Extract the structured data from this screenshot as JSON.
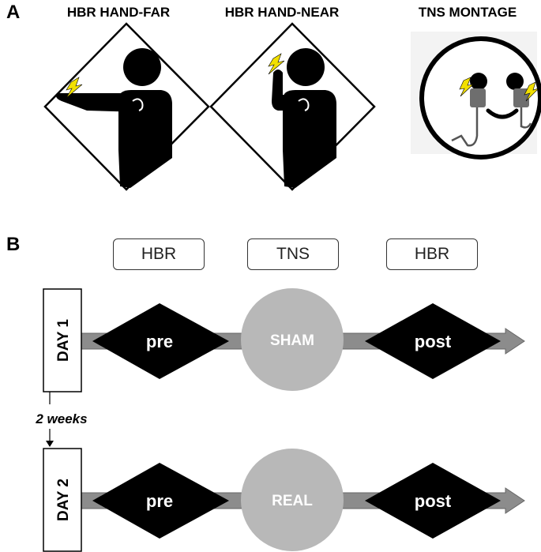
{
  "panel_a": {
    "letter": "A",
    "titles": [
      "HBR HAND-FAR",
      "HBR HAND-NEAR",
      "TNS MONTAGE"
    ]
  },
  "panel_b": {
    "letter": "B",
    "phase_labels": [
      "HBR",
      "TNS",
      "HBR"
    ],
    "interval_label": "2 weeks",
    "days": [
      {
        "label": "DAY 1",
        "pre": "pre",
        "stim": "SHAM",
        "post": "post"
      },
      {
        "label": "DAY 2",
        "pre": "pre",
        "stim": "REAL",
        "post": "post"
      }
    ]
  },
  "colors": {
    "arrow": "#8c8c8c",
    "diamond": "#000000",
    "circle": "#b8b8b8",
    "lightning": "#f2e000",
    "electrode": "#6e6e6e"
  },
  "icons": [
    "lightning-bolt-icon",
    "person-silhouette-icon",
    "face-icon",
    "electrode-icon"
  ]
}
